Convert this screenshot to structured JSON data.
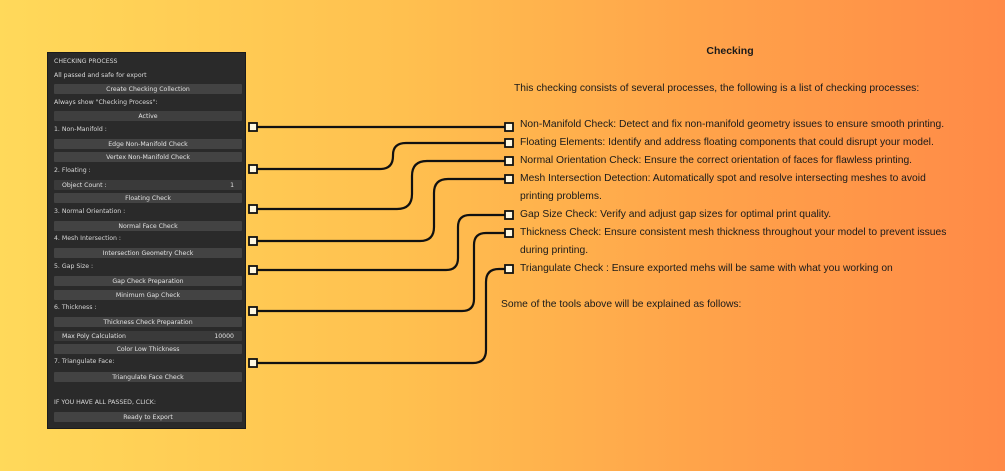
{
  "panel": {
    "header": "CHECKING PROCESS",
    "status": "All passed and safe for export",
    "create_collection": "Create Checking Collection",
    "always_show_label": "Always show \"Checking Process\":",
    "active_button": "Active",
    "section_non_manifold": "1. Non-Manifold :",
    "edge_non_manifold": "Edge Non-Manifold Check",
    "vertex_non_manifold": "Vertex Non-Manifold Check",
    "section_floating": "2. Floating :",
    "object_count_label": "Object Count :",
    "object_count_value": "1",
    "floating_check": "Floating Check",
    "section_normal": "3. Normal Orientation :",
    "normal_face_check": "Normal Face Check",
    "section_mesh": "4. Mesh Intersection :",
    "intersection_check": "Intersection Geometry Check",
    "section_gap": "5. Gap Size :",
    "gap_prep": "Gap Check Preparation",
    "min_gap_check": "Minimum Gap Check",
    "section_thickness": "6. Thickness :",
    "thickness_prep": "Thickness Check Preparation",
    "max_poly_label": "Max Poly Calculation",
    "max_poly_value": "10000",
    "color_low_thickness": "Color Low Thickness",
    "section_triangulate": "7. Triangulate Face:",
    "triangulate_check": "Triangulate Face Check",
    "all_passed_label": "IF YOU HAVE ALL PASSED, CLICK:",
    "ready_export": "Ready to Export"
  },
  "info": {
    "title": "Checking",
    "intro": "This checking consists of several processes, the following is a list of checking processes:",
    "items": [
      "Non-Manifold Check: Detect and fix non-manifold geometry issues to ensure smooth printing.",
      "Floating Elements: Identify and address floating components that could disrupt your model.",
      "Normal Orientation Check: Ensure the correct orientation of faces for flawless printing.",
      "Mesh Intersection Detection: Automatically spot and resolve intersecting meshes to avoid printing problems.",
      "Gap Size Check: Verify and adjust gap sizes for optimal print quality.",
      "Thickness Check: Ensure consistent mesh thickness throughout your model to prevent issues during printing.",
      "Triangulate Check : Ensure exported mehs will be same with what you working on"
    ],
    "footer": "Some of the tools above will be explained as follows:"
  },
  "colors": {
    "panel_bg": "#2a2a2a",
    "button_bg": "#434343",
    "connector": "#111111"
  }
}
